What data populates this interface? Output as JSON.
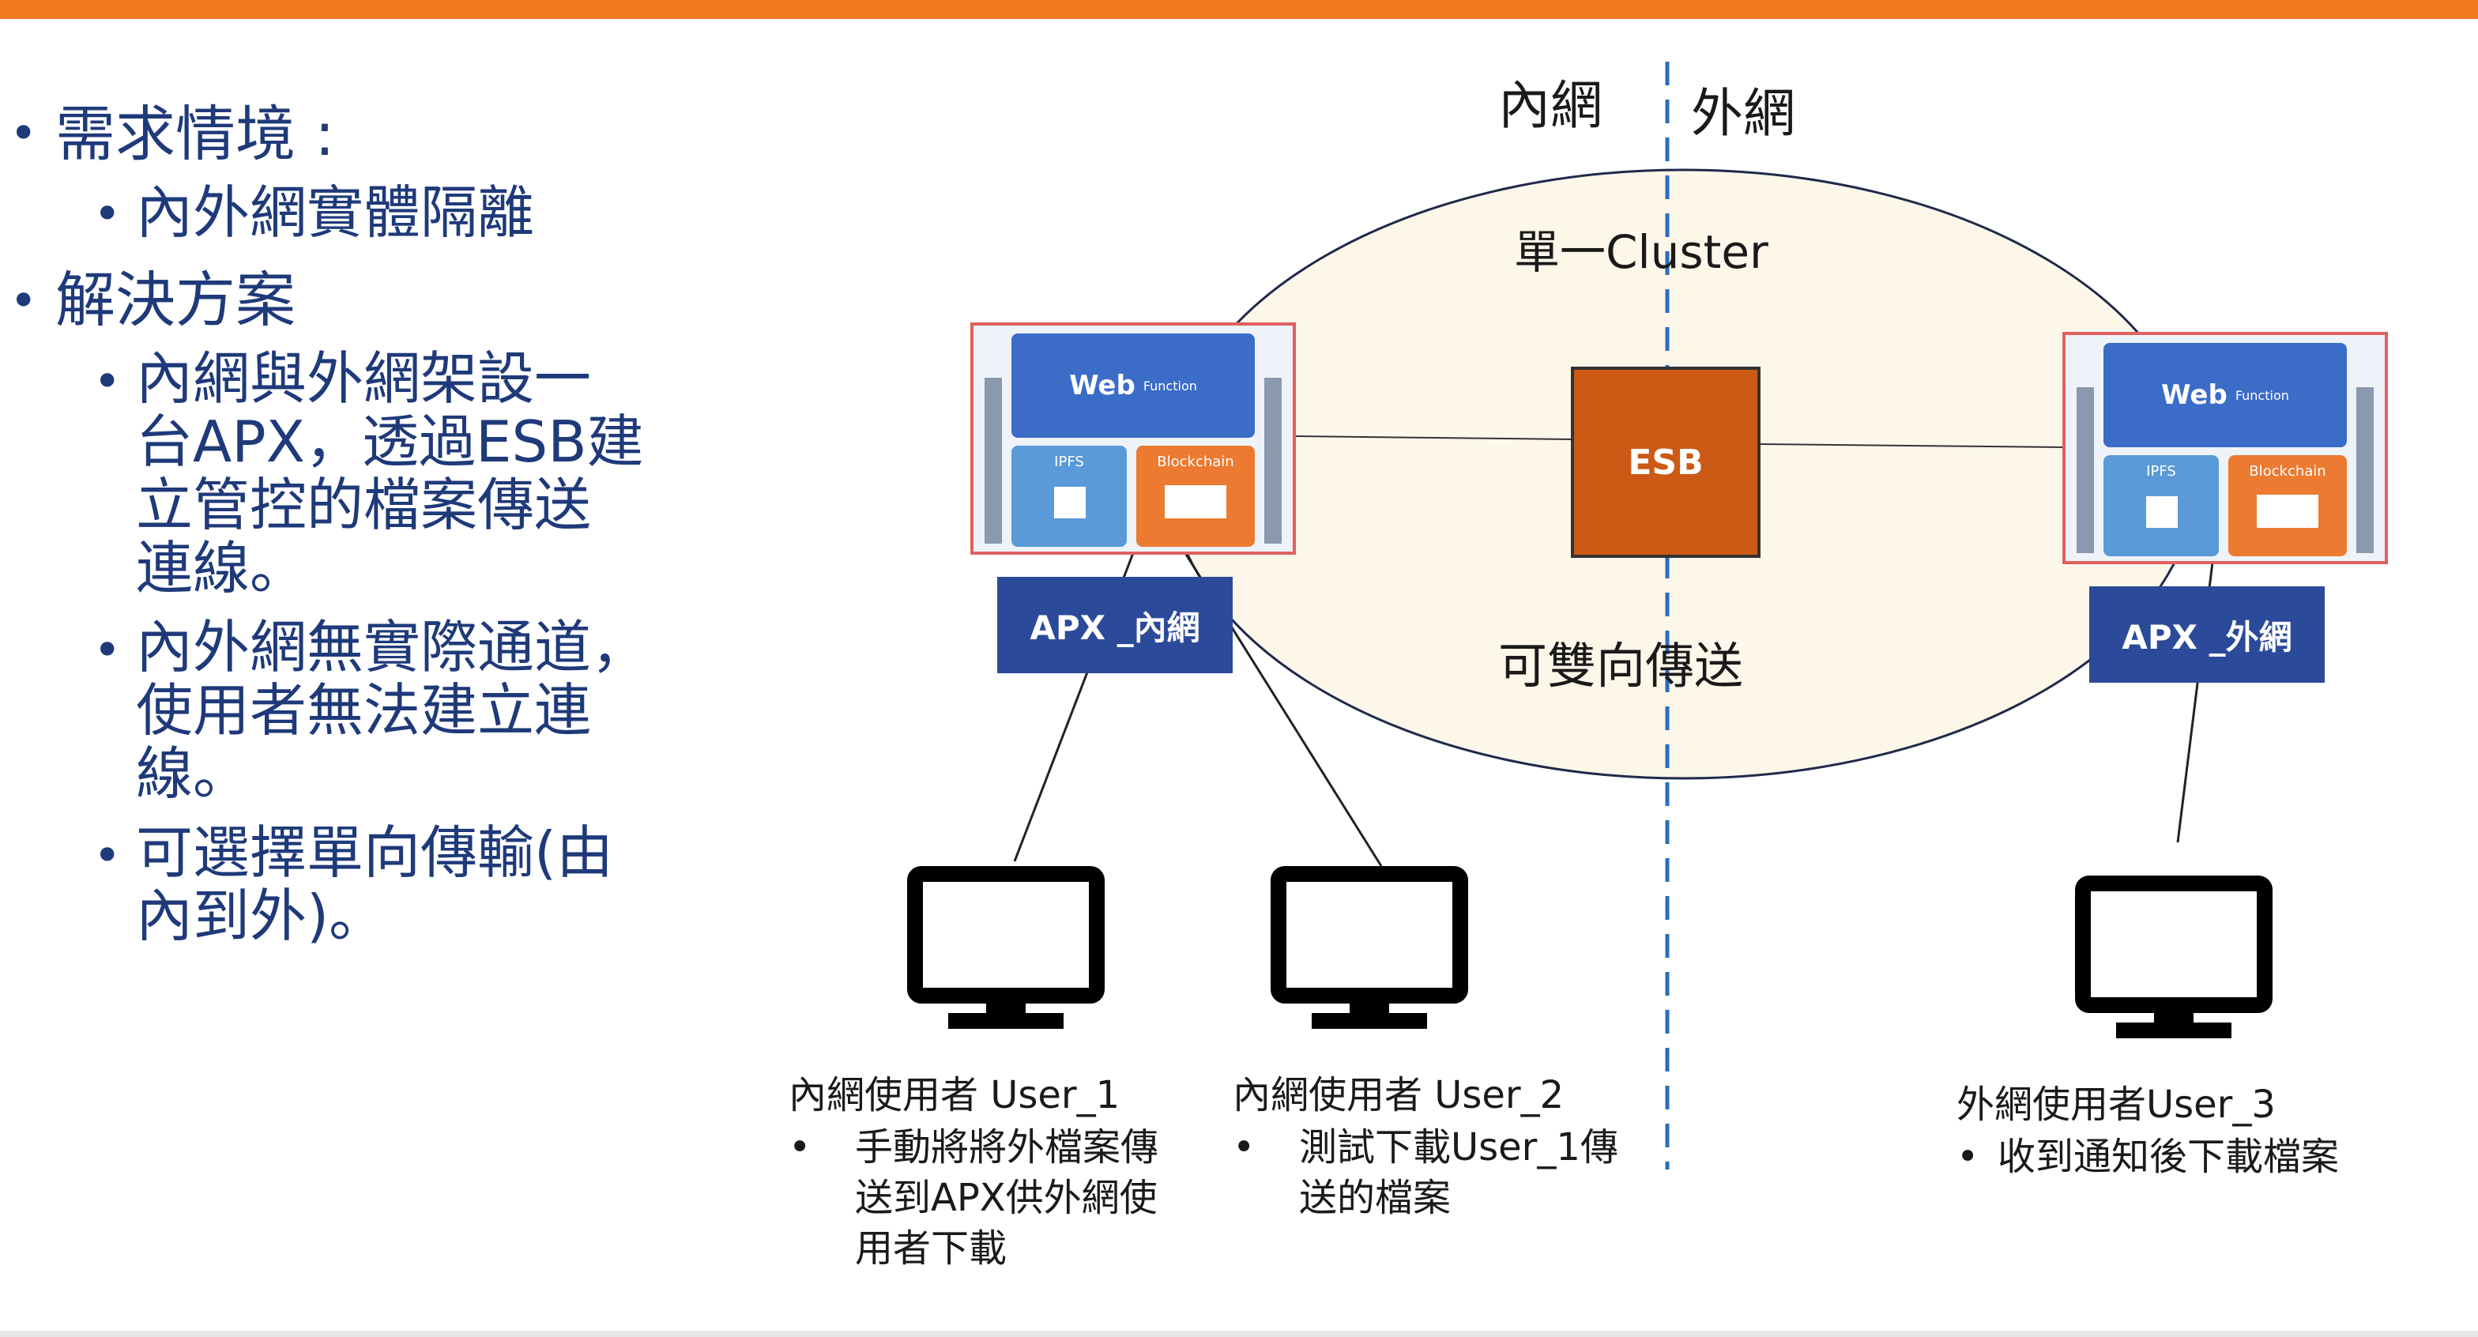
{
  "requirements": {
    "heading": "需求情境 :",
    "items": [
      "內外網實體隔離"
    ]
  },
  "solution": {
    "heading": "解決方案",
    "items": [
      [
        "內網與外網架設一",
        "台APX，透過ESB建",
        "立管控的檔案傳送",
        "連線。"
      ],
      [
        "內外網無實際通道，",
        "使用者無法建立連",
        "線。"
      ],
      [
        "可選擇單向傳輸(由",
        "內到外)。"
      ]
    ]
  },
  "diagram": {
    "zone_internal": "內網",
    "zone_external": "外網",
    "cluster_label": "單一Cluster",
    "bidirectional_label": "可雙向傳送",
    "esb_label": "ESB",
    "modules": {
      "web_label": "Web",
      "web_sub": "Function",
      "ipfs_label": "IPFS",
      "chain_label": "Blockchain"
    },
    "apx_internal": "APX _內網",
    "apx_external": "APX _外網",
    "colors": {
      "accent_bar": "#f27a21",
      "text_blue": "#1f3a7a",
      "apx_box": "#2b4a9a",
      "esb_box": "#cc5a14",
      "divider": "#2a6cc0",
      "cluster_fill": "#fdf7ea",
      "module_border": "#e06060"
    }
  },
  "users": {
    "user1": {
      "title": "內網使用者 User_1",
      "bullet_lines": [
        "手動將將外檔案傳",
        "送到APX供外網使",
        "用者下載"
      ]
    },
    "user2": {
      "title": "內網使用者 User_2",
      "bullet_lines": [
        "測試下載User_1傳",
        "送的檔案"
      ]
    },
    "user3": {
      "title": "外網使用者User_3",
      "bullet_lines": [
        "收到通知後下載檔案"
      ]
    },
    "bullet_glyph": "•"
  }
}
